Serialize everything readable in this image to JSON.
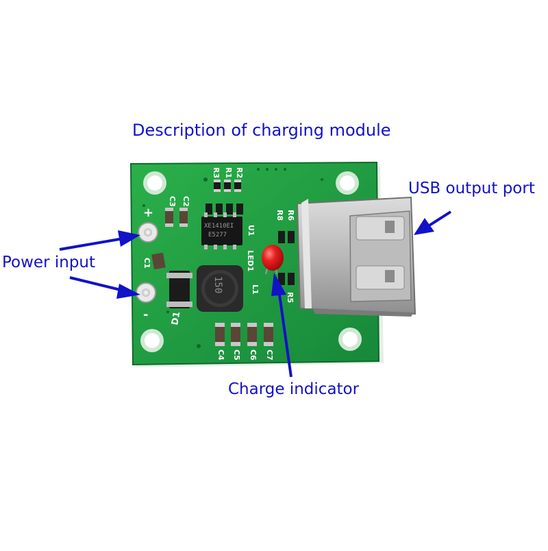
{
  "title": "Description of charging module",
  "labels": {
    "usb_output_port": "USB output port",
    "power_input": "Power input",
    "charge_indicator": "Charge indicator"
  },
  "silkscreen": {
    "plus": "+",
    "minus": "-",
    "chip_line1": "XE1410EI",
    "chip_line2": "E5277",
    "inductor": "150",
    "u1": "U1",
    "led": "LED1",
    "l1": "L1",
    "d1": "D1",
    "c1": "C1",
    "c2": "C2",
    "c3": "C3",
    "c4": "C4",
    "c5": "C5",
    "c6": "C6",
    "c7": "C7",
    "r1": "R1",
    "r2": "R2",
    "r3": "R3",
    "r5": "R5",
    "r6": "R6",
    "r8": "R8"
  },
  "colors": {
    "annotation": "#1212c8",
    "pcb_green": "#1f9a3a",
    "led_red": "#e01818"
  }
}
